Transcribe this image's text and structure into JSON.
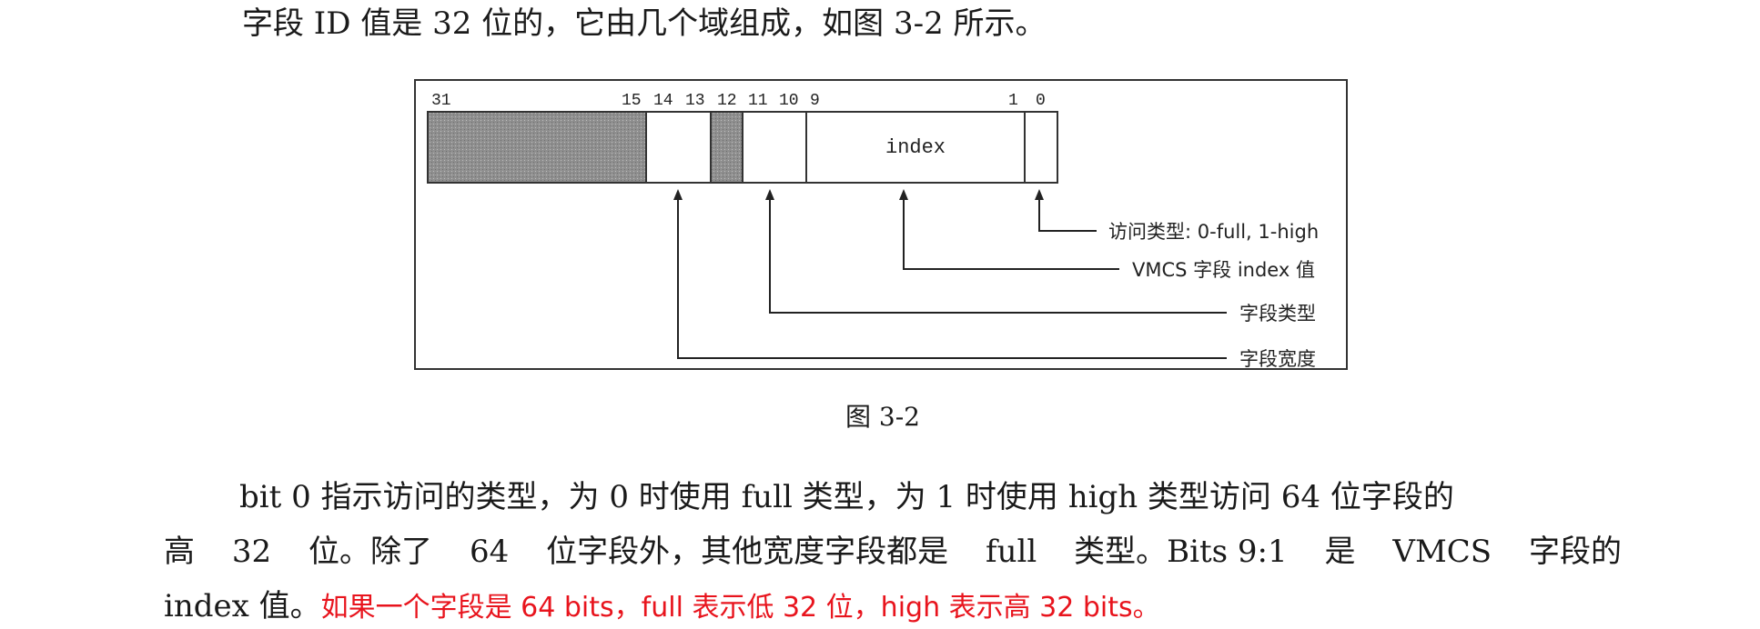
{
  "intro": "字段 ID 值是 32 位的，它由几个域组成，如图 3-2 所示。",
  "figure": {
    "bit_labels": {
      "b31": "31",
      "b15": "15",
      "b14": "14",
      "b13": "13",
      "b12": "12",
      "b11": "11",
      "b10": "10",
      "b9": "9",
      "b1": "1",
      "b0": "0"
    },
    "index_label": "index",
    "callouts": {
      "access_type": "访问类型: 0-full, 1-high",
      "index_value": "VMCS 字段 index 值",
      "field_type": "字段类型",
      "field_width": "字段宽度"
    },
    "caption": "图 3-2"
  },
  "paragraph": {
    "line1": "bit 0 指示访问的类型，为 0 时使用 full 类型，为 1 时使用 high 类型访问 64 位字段的",
    "line2_words": [
      "高",
      "32",
      "位。除了",
      "64",
      "位字段外，其他宽度字段都是",
      "full",
      "类型。Bits 9:1",
      "是",
      "VMCS",
      "字段的"
    ],
    "line3_start": "index 值。",
    "line3_note": "如果一个字段是 64 bits，full 表示低 32 位，high 表示高 32 bits。"
  },
  "colors": {
    "note_red": "#e8141d",
    "reserved_fill": "#9a9a9a"
  }
}
